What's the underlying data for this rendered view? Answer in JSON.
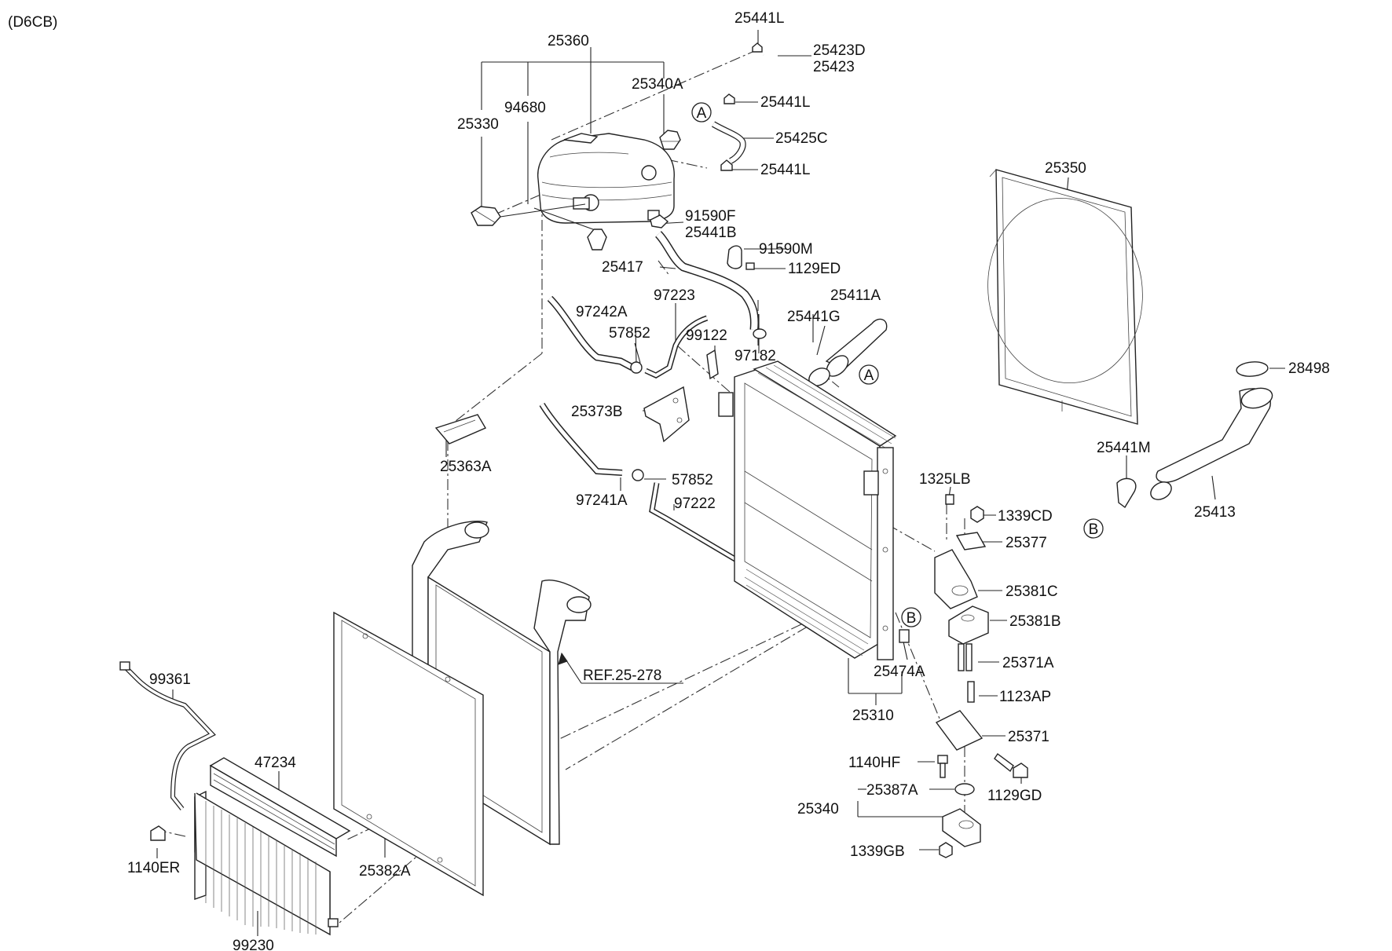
{
  "engine_code": "(D6CB)",
  "reference_note": "REF.25-278",
  "ref_markers": {
    "a": "A",
    "b": "B"
  },
  "parts": {
    "p25441L": "25441L",
    "p25423D": "25423D",
    "p25423": "25423",
    "p25360": "25360",
    "p25340A": "25340A",
    "p94680": "94680",
    "p25330": "25330",
    "p25425C": "25425C",
    "p91590F": "91590F",
    "p25441B": "25441B",
    "p91590M": "91590M",
    "p1129ED": "1129ED",
    "p25417": "25417",
    "p25411A": "25411A",
    "p25441G": "25441G",
    "p97223": "97223",
    "p97242A": "97242A",
    "p57852": "57852",
    "p99122": "99122",
    "p97182": "97182",
    "p25350": "25350",
    "p28498": "28498",
    "p25373B": "25373B",
    "p25441M": "25441M",
    "p25363A": "25363A",
    "p97241A": "97241A",
    "p97222": "97222",
    "p1325LB": "1325LB",
    "p1339CD": "1339CD",
    "p25413": "25413",
    "p25377": "25377",
    "p25381C": "25381C",
    "p25381B": "25381B",
    "p25474A": "25474A",
    "p25371A": "25371A",
    "p1123AP": "1123AP",
    "p25310": "25310",
    "p99361": "99361",
    "p25371": "25371",
    "p47234": "47234",
    "p1140HF": "1140HF",
    "p25387A": "25387A",
    "p1129GD": "1129GD",
    "p25340": "25340",
    "p1140ER": "1140ER",
    "p25382A": "25382A",
    "p1339GB": "1339GB",
    "p99230": "99230"
  }
}
